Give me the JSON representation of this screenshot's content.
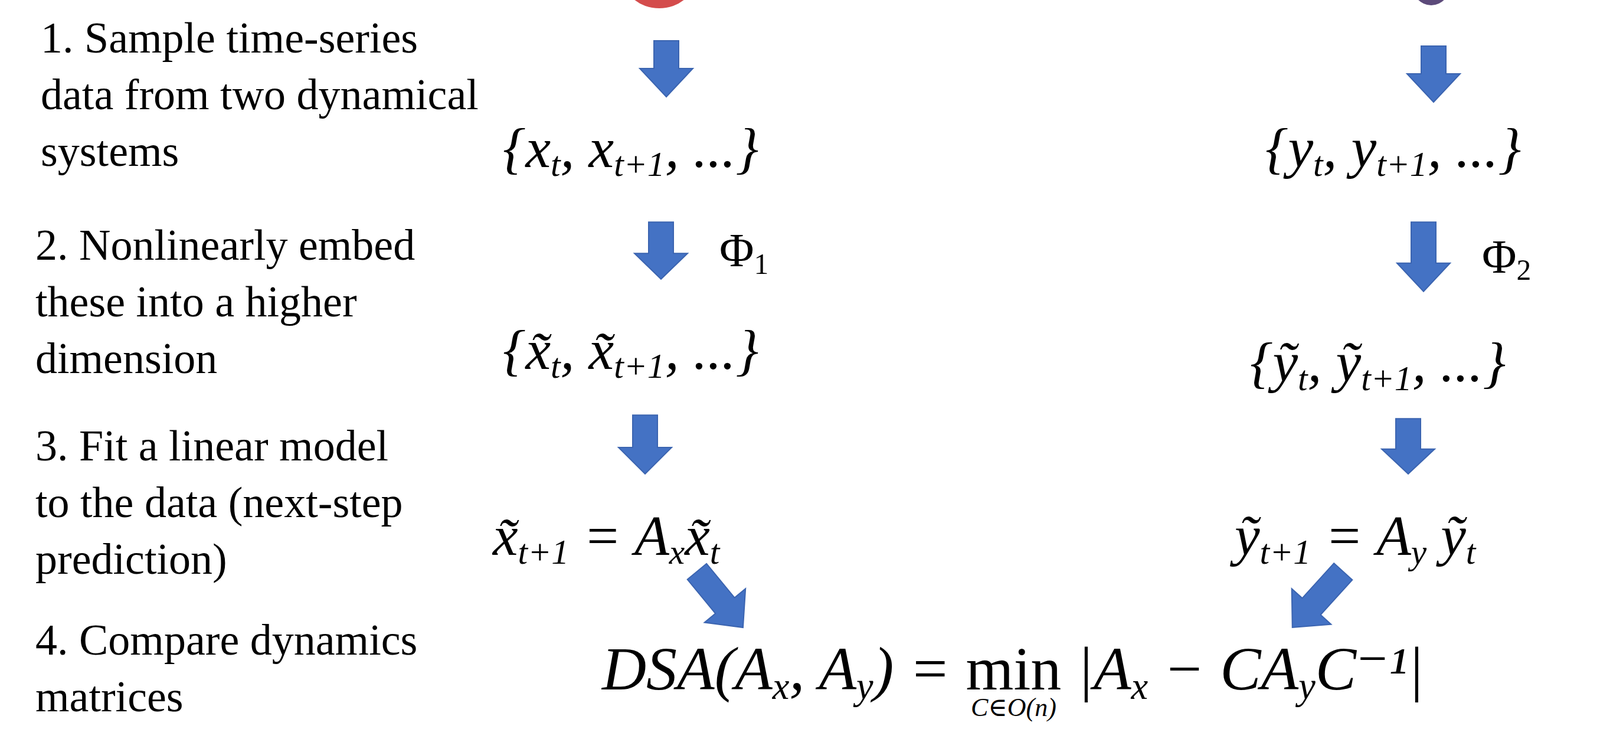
{
  "diagram": {
    "nodes": [
      {
        "text": [
          "{xt, xt+1, ...}"
        ]
      },
      {
        "text": [
          "{yt, yt+1, ...}"
        ]
      },
      {
        "text": [
          "{x̃t, x̃t+1, ...}"
        ]
      },
      {
        "text": [
          "{ỹt, ỹt+1, ...}"
        ]
      },
      {
        "text": [
          "x̃t+1 = Axx̃t"
        ]
      },
      {
        "text": [
          "ỹt+1 = Ay ỹt"
        ]
      },
      {
        "text": [
          "DSA(Ax, Ay) =",
          "min",
          "C∈O(n)",
          "|Ax − CAyC⁻¹|"
        ]
      }
    ],
    "edges": [
      {
        "from": 0,
        "to": 2,
        "label": "Φ1",
        "arrow": "to"
      },
      {
        "from": 1,
        "to": 3,
        "label": "Φ2",
        "arrow": "to"
      },
      {
        "from": 2,
        "to": 4,
        "arrow": "to"
      },
      {
        "from": 3,
        "to": 5,
        "arrow": "to"
      },
      {
        "from": 4,
        "to": 6,
        "arrow": "to"
      },
      {
        "from": 5,
        "to": 6,
        "arrow": "to"
      }
    ],
    "labels": [
      "1. Sample time-series data from two dynamical systems",
      "2. Nonlinearly embed these into a higher dimension",
      "3. Fit a linear model to the data (next-step prediction)",
      "4. Compare dynamics matrices"
    ]
  }
}
